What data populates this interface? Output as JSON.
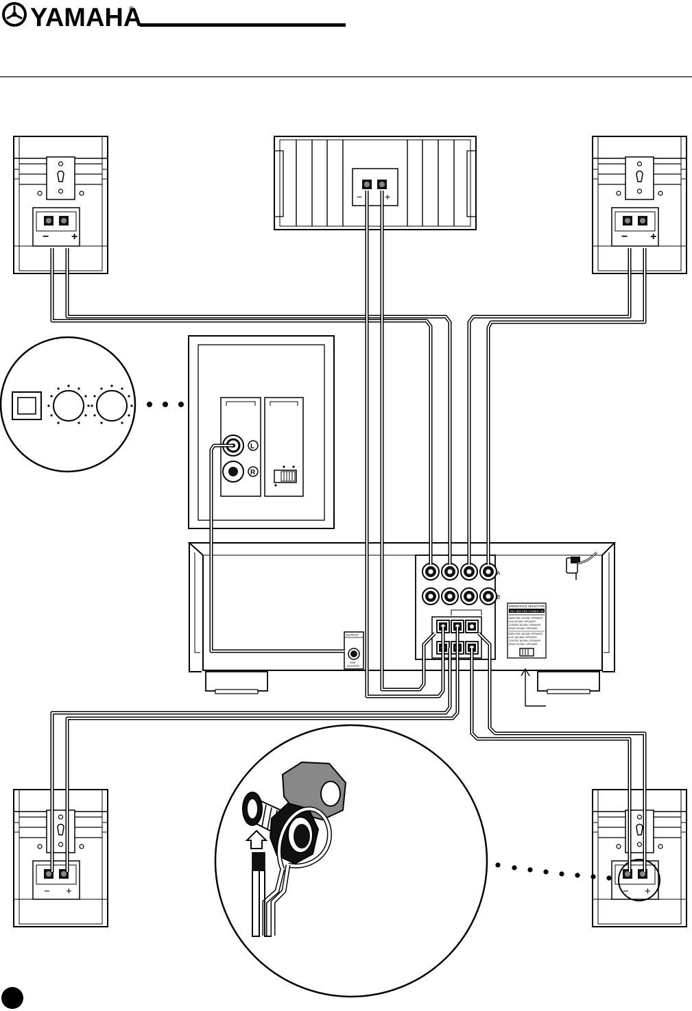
{
  "header": {
    "brand": "YAMAHA",
    "registered_mark": "®"
  },
  "speakers": {
    "minus_sign": "−",
    "plus_sign": "+"
  },
  "subwoofer_panel": {
    "input_left_label": "L",
    "input_right_label": "R"
  },
  "receiver": {
    "terminal_row_a_label": "A",
    "terminal_row_b_label": "B",
    "impedance_title": "IMPEDANCE SELECTOR",
    "impedance_subtitle": "SET BEFORE POWER ON",
    "impedance_lines": [
      "MAIN ONE: 4Ω MIN / SPEAKER",
      "A+B: 8Ω MIN / SPEAKER",
      "CENTER: 6Ω MIN / SPEAKER",
      "REAR: 6Ω MIN / SPEAKER",
      "MAIN ONE: 8Ω MIN / SPEAKER",
      "A+B: 16Ω MIN / SPEAKER",
      "CENTER: 8Ω MIN / SPEAKER",
      "REAR: 8Ω MIN / SPEAKER"
    ],
    "output_label": "OUTPUT",
    "subwoofer_label_1": "SUB",
    "subwoofer_label_2": "WOOFER"
  }
}
